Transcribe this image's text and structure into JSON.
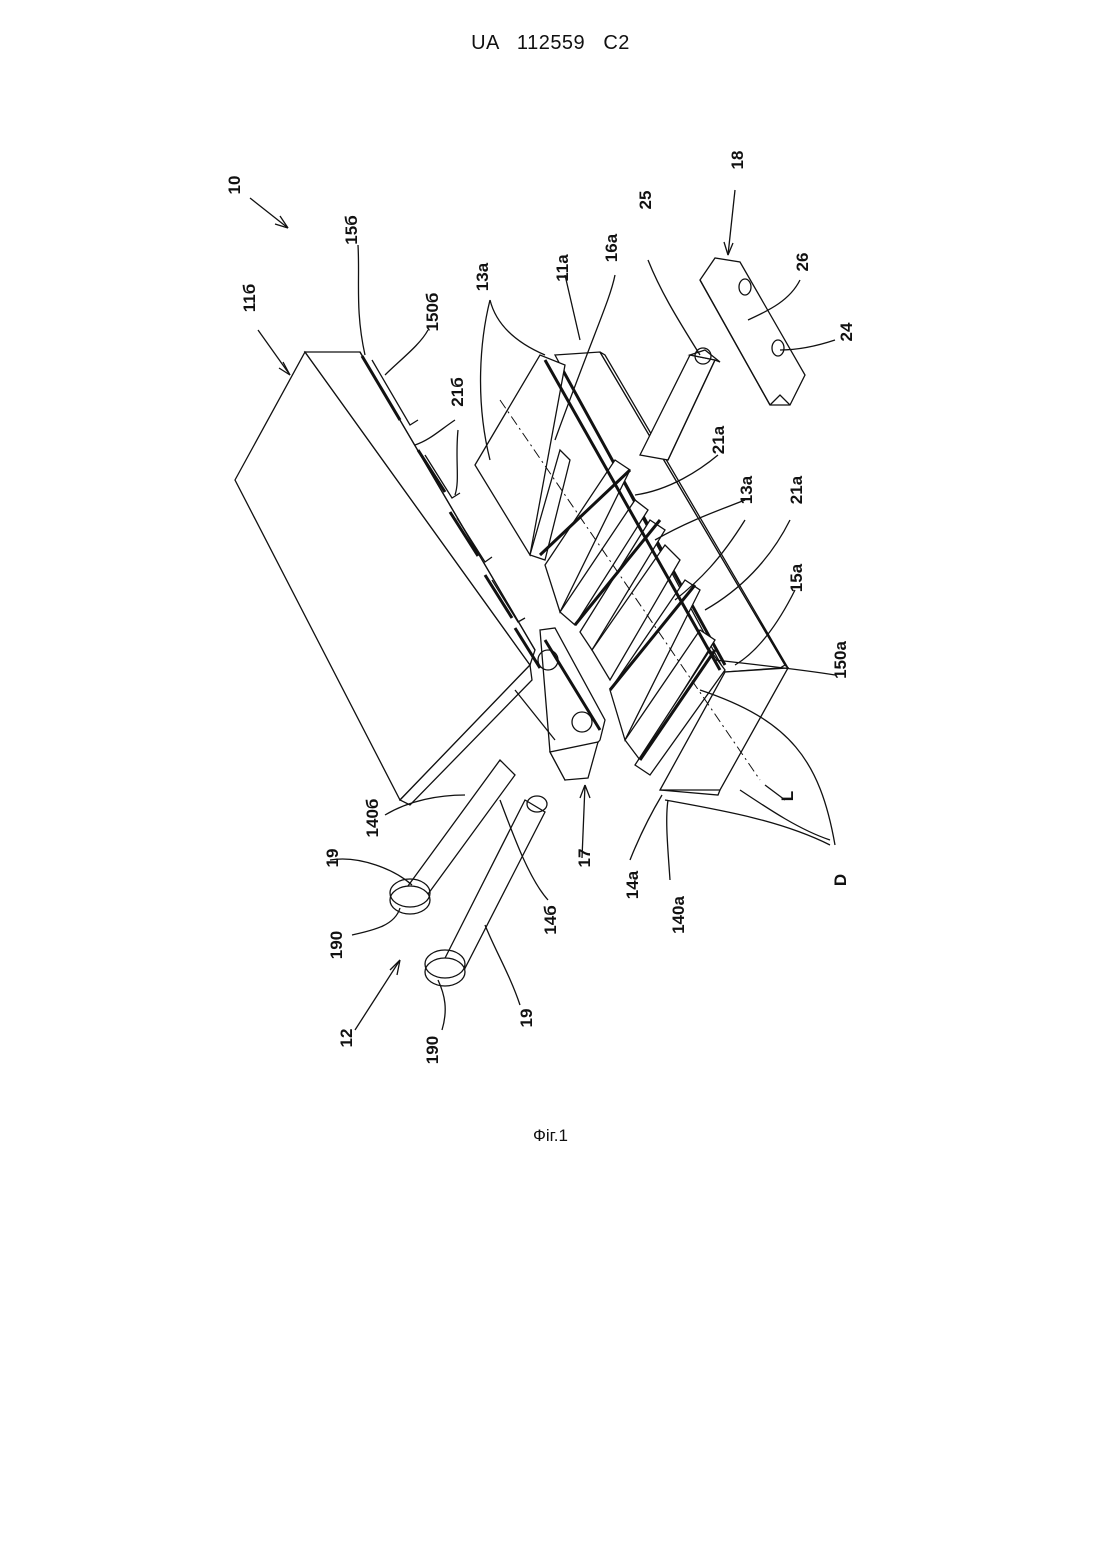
{
  "header": {
    "text": "UA   112559   C2"
  },
  "caption": {
    "text": "Фіг.1"
  },
  "labels": {
    "l10": "10",
    "l11b": "11б",
    "l15b": "15б",
    "l150b": "150б",
    "l21b": "21б",
    "l13a_top": "13a",
    "l11a": "11a",
    "l16a": "16a",
    "l25": "25",
    "l18": "18",
    "l26": "26",
    "l24": "24",
    "l21a_1": "21a",
    "l13a_mid": "13a",
    "l21a_2": "21a",
    "l15a": "15a",
    "l150a": "150a",
    "lL": "L",
    "lD": "D",
    "l140a": "140a",
    "l14a": "14a",
    "l17": "17",
    "l14b": "14б",
    "l140b": "140б",
    "l19_a": "19",
    "l190_a": "190",
    "l12": "12",
    "l190_b": "190",
    "l19_b": "19"
  }
}
